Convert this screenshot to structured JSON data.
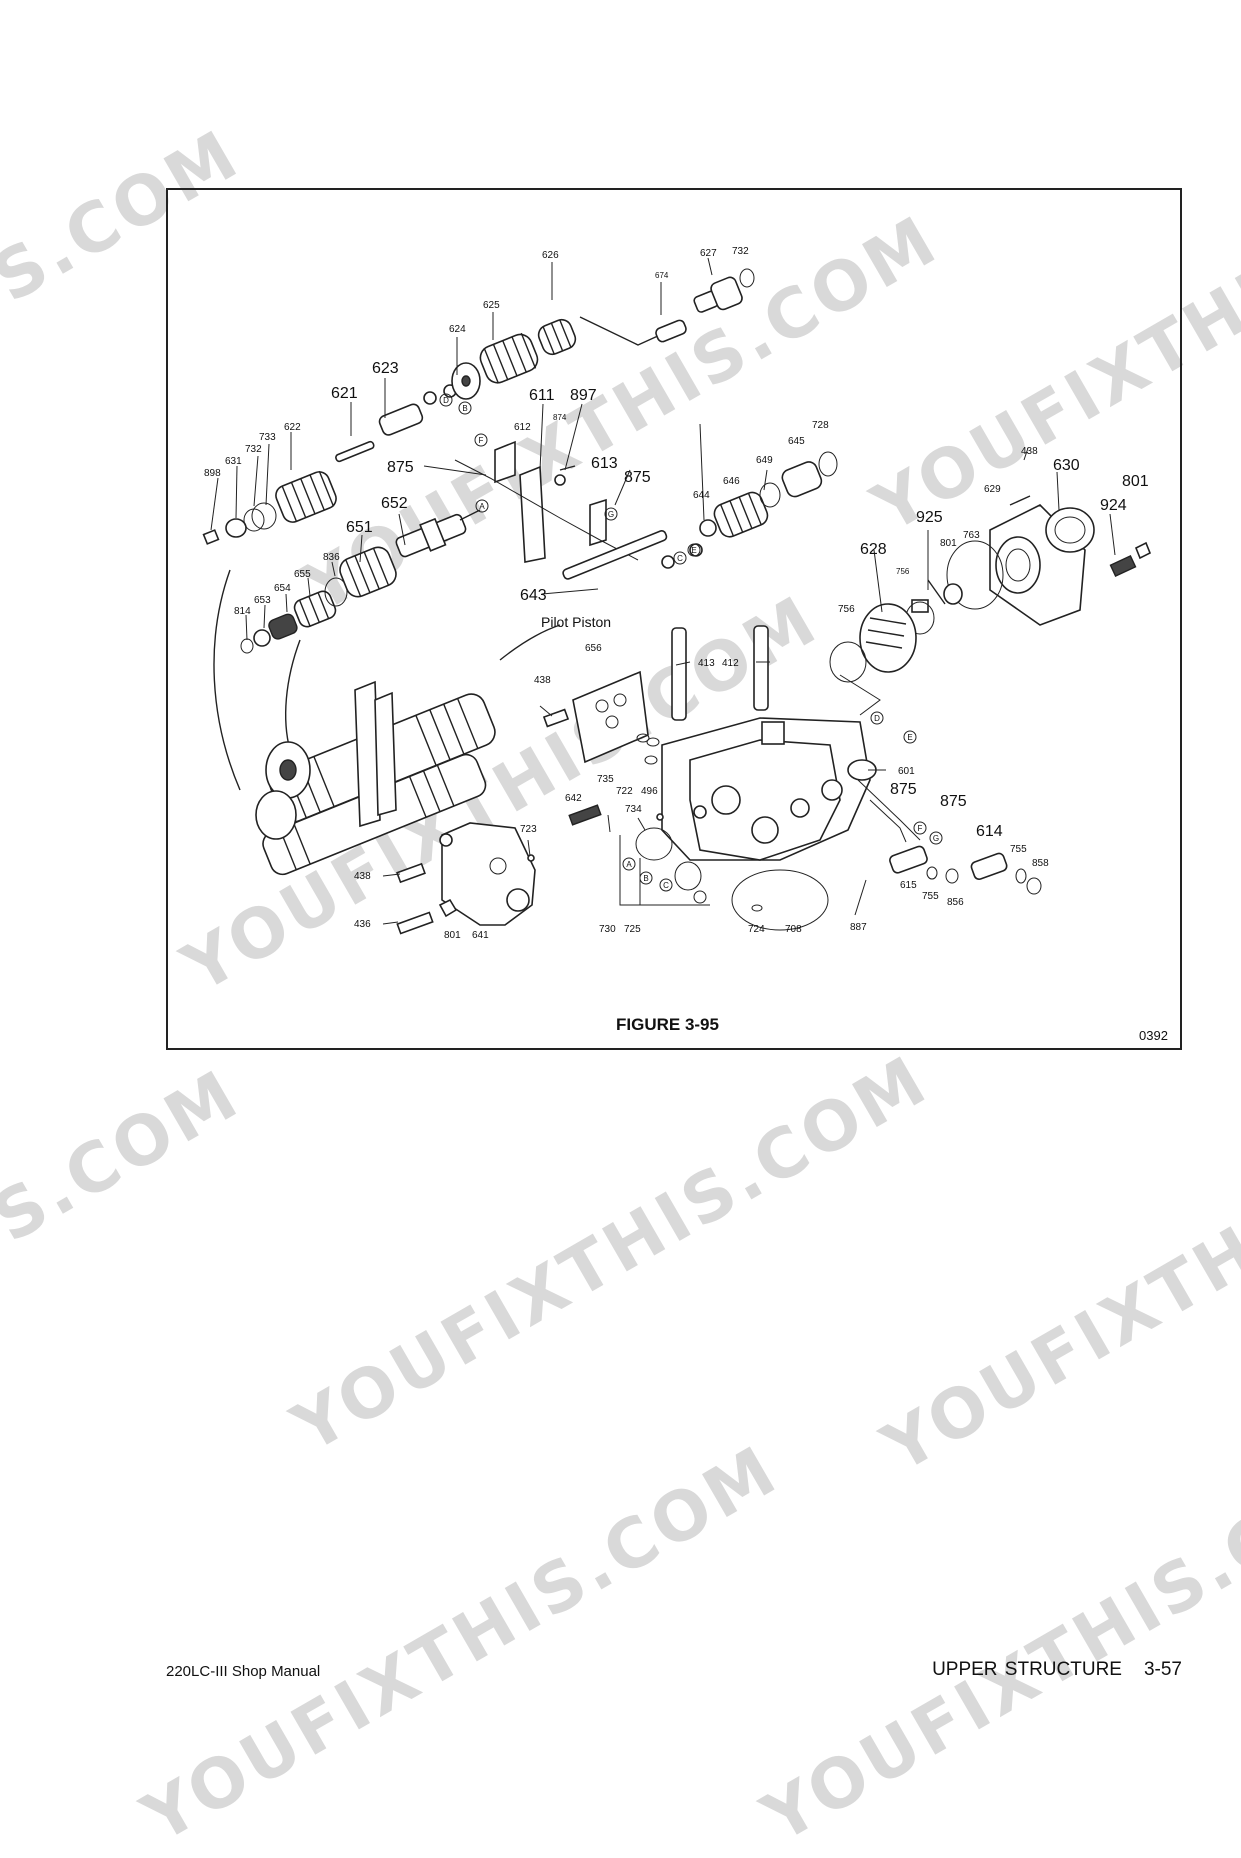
{
  "watermark": {
    "lines": [
      "S.COM",
      "YOUFIXTHIS.COM",
      "YOUFIXTHIS",
      "YOUFIXTHIS.COM",
      "S.COM",
      "YOUFIXTHIS.COM",
      "YOUFIXTHIS",
      "YOUFIXTHIS.COM",
      "YOUFIXTHIS.COM"
    ],
    "color": "#d9d9d9"
  },
  "figure": {
    "caption": "FIGURE 3-95",
    "code": "0392",
    "callouts": {
      "n626": "626",
      "n627": "627",
      "n732a": "732",
      "n674": "674",
      "n625": "625",
      "n624": "624",
      "n623": "623",
      "n621": "621",
      "n611": "611",
      "n897": "897",
      "n874": "874",
      "n612": "612",
      "n728": "728",
      "n645": "645",
      "n649": "649",
      "n613": "613",
      "n875a": "875",
      "n733": "733",
      "n622": "622",
      "n732b": "732",
      "n631": "631",
      "n898": "898",
      "n875b": "875",
      "n652": "652",
      "n646": "646",
      "n644": "644",
      "n438a": "438",
      "n630": "630",
      "n801a": "801",
      "n651": "651",
      "n836": "836",
      "n655": "655",
      "n654": "654",
      "n653": "653",
      "n814": "814",
      "n643": "643",
      "pilot": "Pilot Piston",
      "n629": "629",
      "n925": "925",
      "n924": "924",
      "n763": "763",
      "n801b": "801",
      "n756a": "756",
      "n628": "628",
      "n756b": "756",
      "n656": "656",
      "n413": "413",
      "n412": "412",
      "n438b": "438",
      "n601": "601",
      "n735": "735",
      "n722": "722",
      "n496": "496",
      "n642": "642",
      "n734": "734",
      "n875c": "875",
      "n875d": "875",
      "n614": "614",
      "n723": "723",
      "n755a": "755",
      "n858": "858",
      "n615": "615",
      "n755b": "755",
      "n856": "856",
      "n438c": "438",
      "n436": "436",
      "n801c": "801",
      "n641": "641",
      "n730": "730",
      "n725": "725",
      "n724": "724",
      "n708": "708",
      "n887": "887"
    },
    "markers": {
      "A1": "A",
      "B1": "B",
      "D1": "D",
      "F1": "F",
      "G1": "G",
      "C1": "C",
      "E1": "E",
      "D2": "D",
      "E2": "E",
      "F2": "F",
      "G2": "G",
      "A2": "A",
      "B2": "B",
      "C2": "C"
    }
  },
  "footer": {
    "manual": "220LC-III Shop Manual",
    "section": "UPPER STRUCTURE",
    "page": "3-57"
  }
}
